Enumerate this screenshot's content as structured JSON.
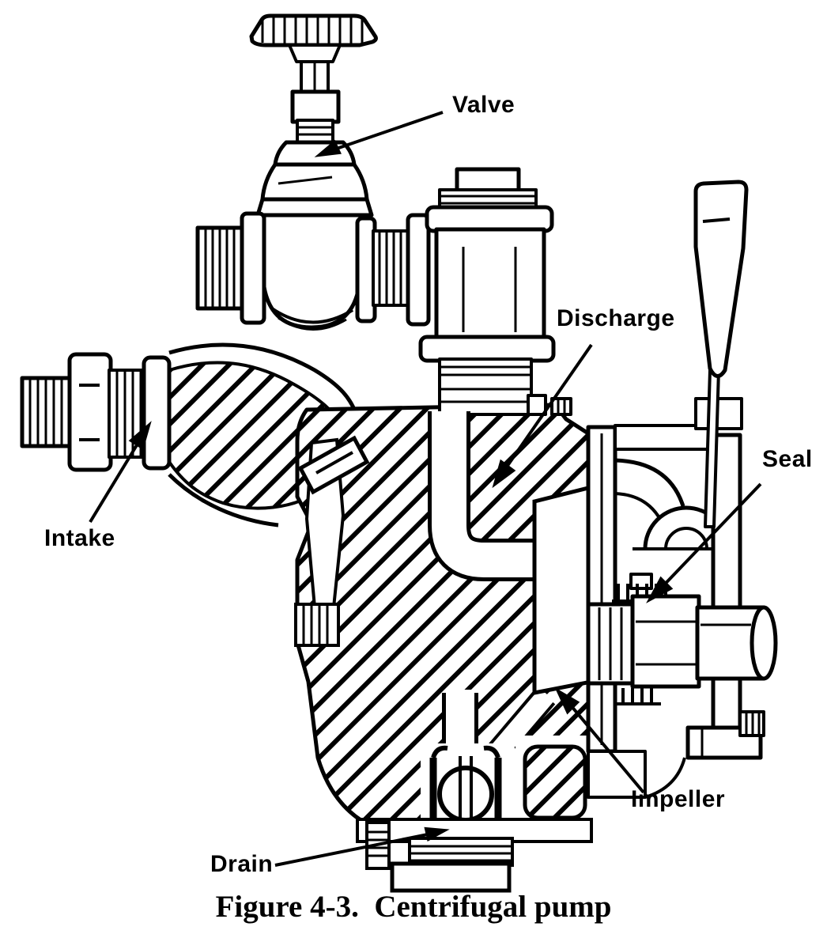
{
  "page": {
    "paper_color": "#ffffff",
    "ink_color": "#000000"
  },
  "figure": {
    "caption": "Figure 4-3.  Centrifugal pump"
  },
  "labels": {
    "valve": "Valve",
    "discharge": "Discharge",
    "seal": "Seal",
    "intake": "Intake",
    "impeller": "Impeller",
    "drain": "Drain"
  }
}
